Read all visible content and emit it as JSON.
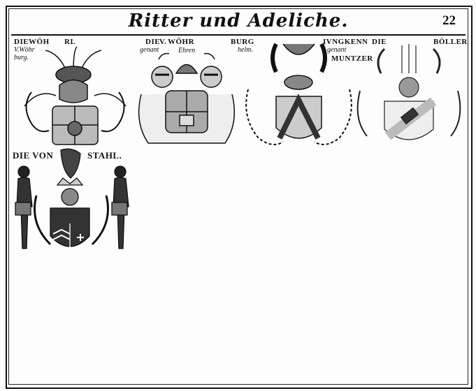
{
  "header": {
    "title": "Ritter und Adeliche.",
    "page_number": "22"
  },
  "entries": [
    {
      "name_parts": [
        "DIEWÖH",
        "RL"
      ],
      "subtitle": [
        "V.Wöhr",
        "burg."
      ]
    },
    {
      "name_parts": [
        "DIE",
        "V.",
        "WÖHR",
        "BURG"
      ],
      "subtitle": [
        "genant",
        "Ehren",
        "helm."
      ]
    },
    {
      "name_parts": [
        "IVNGKENN"
      ],
      "subtitle": [
        "genant"
      ],
      "name_line2": "MUNTZER"
    },
    {
      "name_parts": [
        "DIE",
        "BÖLLER"
      ],
      "subtitle": []
    },
    {
      "name_parts": [
        "DIE VON",
        "STAHL."
      ],
      "subtitle": []
    }
  ],
  "colors": {
    "ink": "#111111",
    "paper": "#fdfdfd"
  }
}
